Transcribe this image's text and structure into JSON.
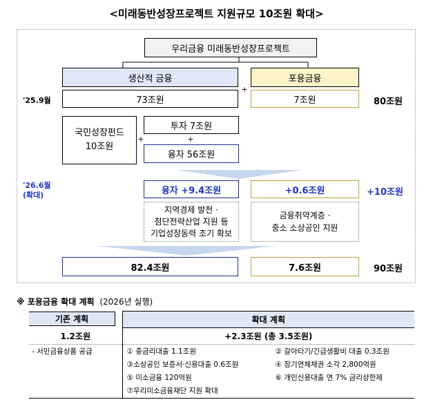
{
  "title": "<미래동반성장프로젝트 지원규모 10조원 확대>",
  "project_box": "우리금융 미래동반성장프로젝트",
  "productive_header": "생산적 금융",
  "inclusive_header": "포용금융",
  "plus": "+",
  "date_2509": "'25.9월",
  "date_2606_l1": "'26.6월",
  "date_2606_l2": "(확대)",
  "prod_2509": "73조원",
  "incl_2509": "7조원",
  "total_2509": "80조원",
  "fund_l1": "국민성장펀드",
  "fund_l2": "10조원",
  "invest": "투자 7조원",
  "loan": "융자 56조원",
  "loan_inc": "융자 +9.4조원",
  "incl_inc": "+0.6조원",
  "total_inc": "+10조원",
  "prod_note_l1": "지역경제 발전 ·",
  "prod_note_l2": "첨단전략산업 지원 등",
  "prod_note_l3": "기업성장동력 조기 확보",
  "incl_note_l1": "금융취약계층 ·",
  "incl_note_l2": "중소 소상공인 지원",
  "prod_final": "82.4조원",
  "incl_final": "7.6조원",
  "total_final": "90조원",
  "plan_title": "※ 포용금융 확대 계획",
  "plan_sub": "(2026년 실행)",
  "table": {
    "col1": "기존 계획",
    "col2": "확대 계획",
    "existing_amount": "1.2조원",
    "expand_amount": "+2.3조원 (총 3.5조원)",
    "existing_item": "- 서민금융상품 공급",
    "items": [
      "① 중금리대출 1.1조원",
      "② 갈아타기/긴급생활비 대출 0.3조원",
      "③소상공인 보증서·신용대출 0.6조원",
      "④ 장기연체채권 소각 2,800억원",
      "⑤ 미소금융 120억원",
      "⑥ 개인신용대출 연 7% 금리상한제",
      "⑦우리미소금융재단 지원 확대"
    ]
  },
  "colors": {
    "productive_fill": "#dfe6f7",
    "inclusive_fill": "#fdf3c8",
    "blue_text": "#1f36c4",
    "navy_border": "#1c2a8a",
    "gold_border": "#b8a23a",
    "table_header": "#dfe7f5"
  }
}
